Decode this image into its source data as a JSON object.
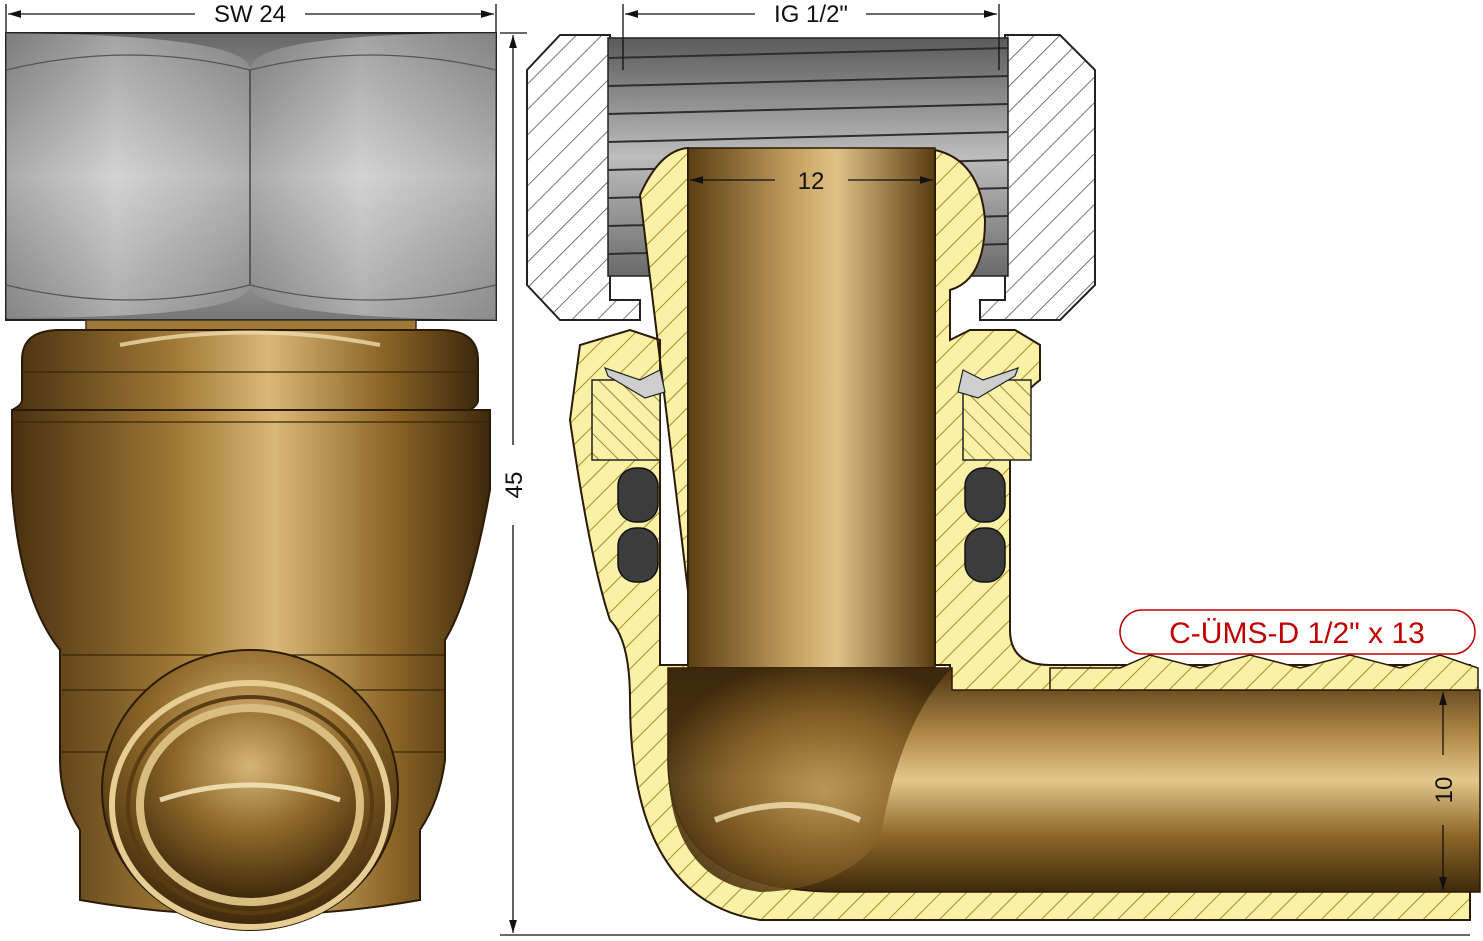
{
  "dimensions": {
    "hex_width": "SW 24",
    "thread_size": "IG 1/2\"",
    "bore_diameter": "12",
    "total_height": "45",
    "outlet_bore": "10"
  },
  "product_label": "C-ÜMS-D 1/2\" x 13",
  "colors": {
    "brass_dark": "#5a3f14",
    "brass_mid": "#8a6528",
    "brass_light": "#e2c48a",
    "section_fill": "#f7f0a2",
    "hatch": "#b08a2a",
    "steel_hatch": "#444444",
    "label_red": "#c00000",
    "seal": "#3c3c3c"
  }
}
